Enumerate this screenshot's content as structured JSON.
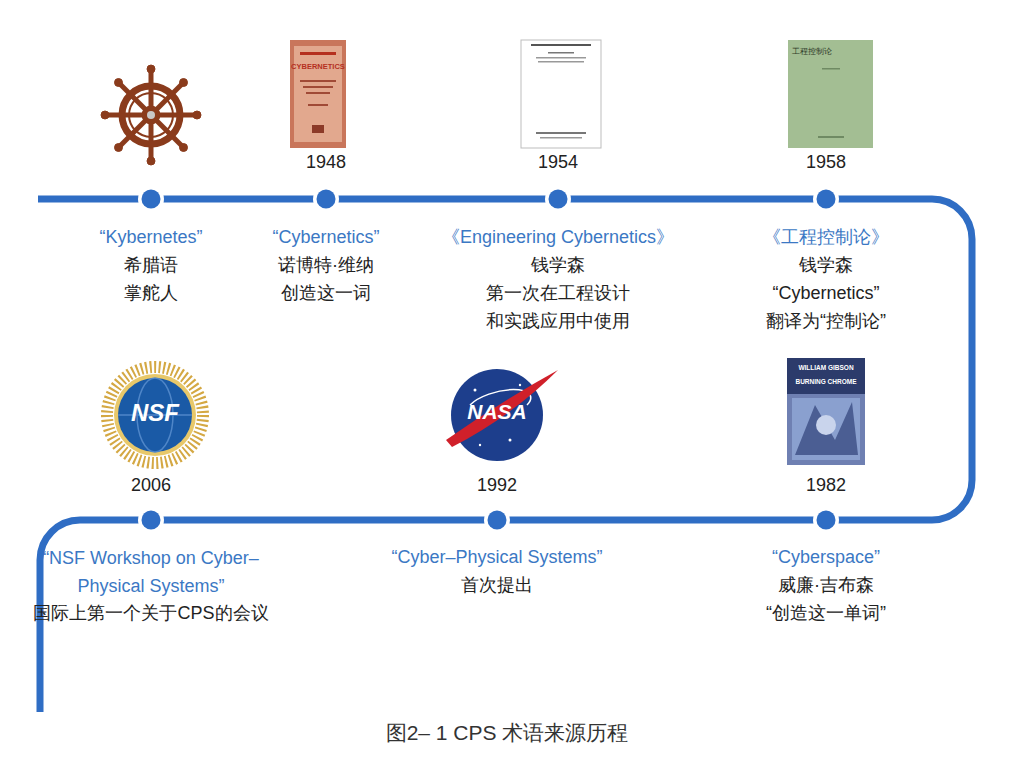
{
  "diagram": {
    "caption": "图2– 1 CPS 术语来源历程",
    "labels": [
      "“Kybernetes”",
      "希腊语",
      "掌舵人",
      "CYBERNETICS",
      "1948",
      "“Cybernetics”",
      "诺博特·维纳",
      "创造这一词",
      "1954",
      "《Engineering Cybernetics》",
      "钱学森",
      "第一次在工程设计",
      "和实践应用中使用",
      "工程控制论",
      "1958",
      "《工程控制论》",
      "钱学森",
      "“Cybernetics”",
      "翻译为“控制论”",
      "WILLIAM GIBSON",
      "BURNING CHROME",
      "1982",
      "“Cyberspace”",
      "威廉·吉布森",
      "“创造这一单词”",
      "NASA",
      "1992",
      "“Cyber–Physical Systems”",
      "首次提出",
      "NSF",
      "2006",
      "“NSF Workshop on Cyber–Physical Systems”",
      "国际上第一个关于CPS的会议"
    ]
  }
}
